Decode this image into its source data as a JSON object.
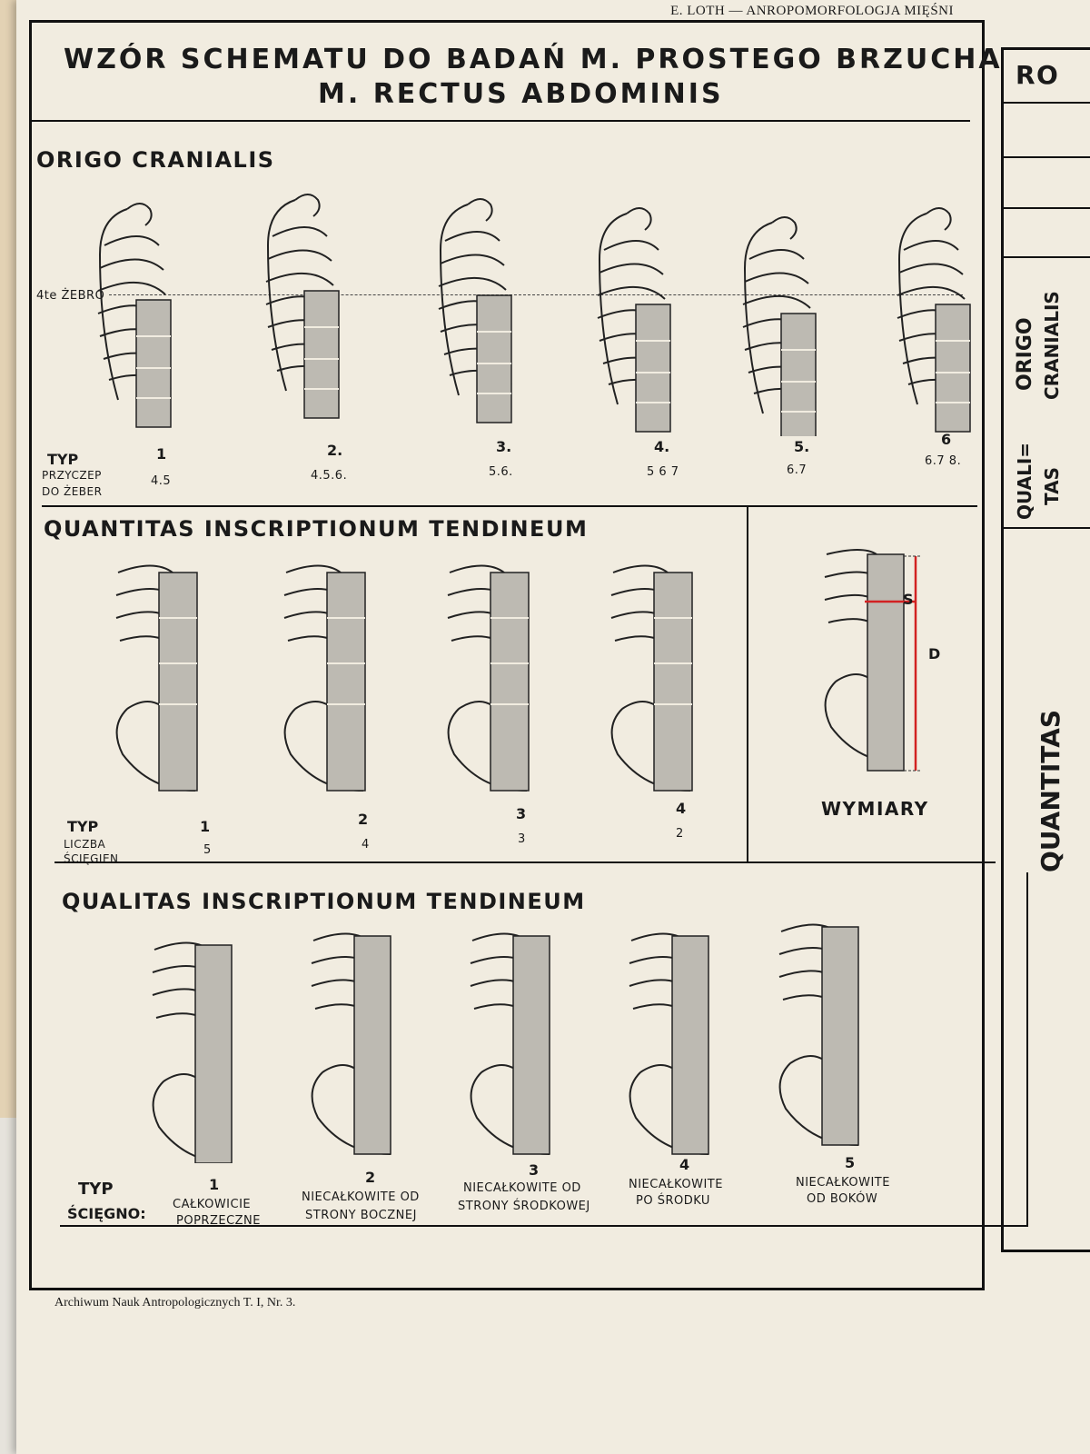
{
  "header": "E. LOTH — ANROPOMORFOLOGJA MIĘŚNI",
  "title": {
    "line1": "WZÓR SCHEMATU DO BADAŃ M. PROSTEGO BRZUCHA",
    "line2": "M. RECTUS ABDOMINIS"
  },
  "origo": {
    "heading": "ORIGO CRANIALIS",
    "rib_label": "4te ŻEBRO",
    "typ_label": "TYP",
    "przyczep_label_1": "PRZYCZEP",
    "przyczep_label_2": "DO ŻEBER",
    "types": [
      {
        "typ": "1",
        "ribs": "4.5"
      },
      {
        "typ": "2.",
        "ribs": "4.5.6."
      },
      {
        "typ": "3.",
        "ribs": "5.6."
      },
      {
        "typ": "4.",
        "ribs": "5 6 7"
      },
      {
        "typ": "5.",
        "ribs": "6.7"
      },
      {
        "typ": "6",
        "ribs": "6.7 8."
      }
    ]
  },
  "quantitas": {
    "heading": "QUANTITAS INSCRIPTIONUM TENDINEUM",
    "typ_label": "TYP",
    "liczba_label_1": "LICZBA",
    "liczba_label_2": "ŚCIĘGIEN",
    "types": [
      {
        "typ": "1",
        "count": "5"
      },
      {
        "typ": "2",
        "count": "4"
      },
      {
        "typ": "3",
        "count": "3"
      },
      {
        "typ": "4",
        "count": "2"
      }
    ]
  },
  "wymiary": {
    "label": "WYMIARY",
    "s": "S",
    "d": "D"
  },
  "qualitas": {
    "heading": "QUALITAS INSCRIPTIONUM TENDINEUM",
    "typ_label": "TYP",
    "sciegno_label": "ŚCIĘGNO:",
    "types": [
      {
        "typ": "1",
        "l1": "CAŁKOWICIE",
        "l2": "POPRZECZNE"
      },
      {
        "typ": "2",
        "l1": "NIECAŁKOWITE OD",
        "l2": "STRONY BOCZNEJ"
      },
      {
        "typ": "3",
        "l1": "NIECAŁKOWITE OD",
        "l2": "STRONY ŚRODKOWEJ"
      },
      {
        "typ": "4",
        "l1": "NIECAŁKOWITE",
        "l2": "PO ŚRODKU"
      },
      {
        "typ": "5",
        "l1": "NIECAŁKOWITE",
        "l2": "OD BOKÓW"
      }
    ]
  },
  "right_panel": {
    "top": "RO",
    "origo_1": "ORIGO",
    "origo_2": "CRANIALIS",
    "quali_1": "QUALI=",
    "quali_2": "TAS",
    "quantitas": "QUANTITAS"
  },
  "footer": "Archiwum Nauk Antropologicznych T. I, Nr. 3.",
  "colors": {
    "paper": "#f1ece0",
    "ink": "#111111",
    "measure": "#d22222"
  }
}
